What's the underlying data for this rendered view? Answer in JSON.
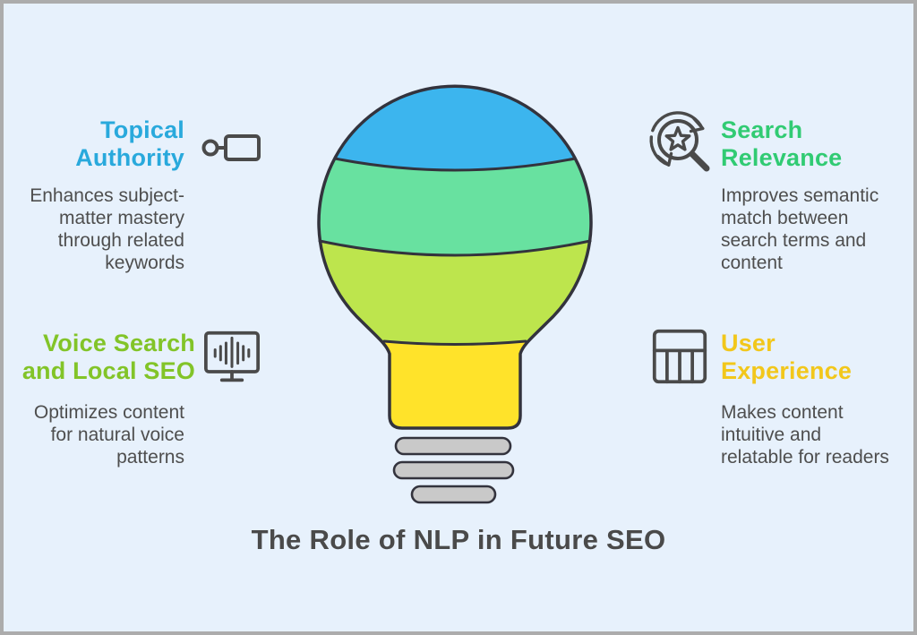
{
  "frame": {
    "background": "#E7F1FC",
    "border_color": "#ACACAC"
  },
  "title": {
    "text": "The Role of NLP in Future SEO",
    "color": "#4A4A4A"
  },
  "icons": {
    "color": "#4A4A4A"
  },
  "quadrants": {
    "topical_authority": {
      "heading_lines": [
        "Topical",
        "Authority"
      ],
      "heading_color": "#29A9DC",
      "description_lines": [
        "Enhances subject-",
        "matter mastery",
        "through related",
        "keywords"
      ],
      "icon": "key-tag-icon"
    },
    "search_relevance": {
      "heading_lines": [
        "Search",
        "Relevance"
      ],
      "heading_color": "#31CB73",
      "description_lines": [
        "Improves semantic",
        "match between",
        "search terms and",
        "content"
      ],
      "icon": "search-star-refresh-icon"
    },
    "voice_search_local_seo": {
      "heading_lines": [
        "Voice Search",
        "and Local SEO"
      ],
      "heading_color": "#82C428",
      "description_lines": [
        "Optimizes content",
        "for natural voice",
        "patterns"
      ],
      "icon": "voice-waveform-monitor-icon"
    },
    "user_experience": {
      "heading_lines": [
        "User",
        "Experience"
      ],
      "heading_color": "#F2C71B",
      "description_lines": [
        "Makes content",
        "intuitive and",
        "relatable for readers"
      ],
      "icon": "layout-grid-icon"
    }
  },
  "bulb": {
    "outline_color": "#33333D",
    "segments": [
      {
        "name": "top",
        "color": "#3CB5EE"
      },
      {
        "name": "upper-middle",
        "color": "#68E1A0"
      },
      {
        "name": "lower-middle",
        "color": "#BDE54D"
      },
      {
        "name": "base-neck",
        "color": "#FFE32A"
      }
    ],
    "screw_thread_color": "#C9C9C9",
    "screw_thread_count": 3
  }
}
